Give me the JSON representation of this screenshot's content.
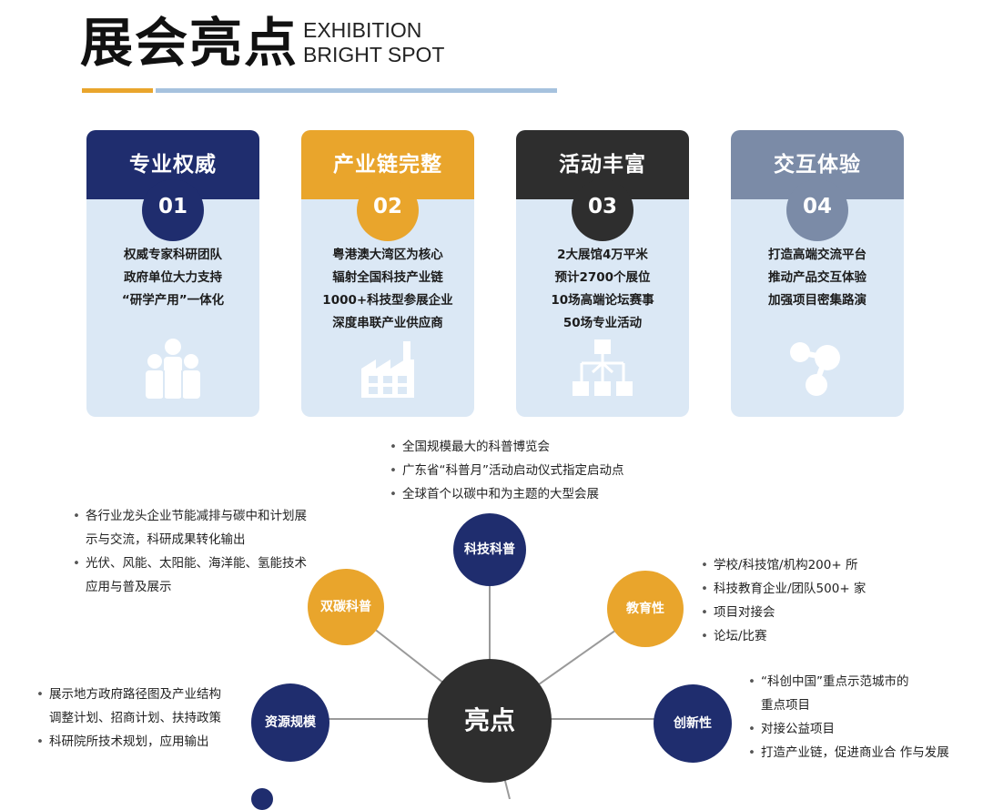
{
  "header": {
    "title_cn": "展会亮点",
    "title_en_1": "EXHIBITION",
    "title_en_2": "BRIGHT SPOT"
  },
  "colors": {
    "navy": "#1f2d6e",
    "orange": "#e9a52c",
    "dark": "#2e2e2e",
    "slate": "#7b8ba7",
    "card_bg": "#dbe8f5"
  },
  "cards": [
    {
      "title": "专业权威",
      "num": "01",
      "lines": [
        "权威专家科研团队",
        "政府单位大力支持",
        "“研学产用”一体化"
      ],
      "icon": "people-group-icon"
    },
    {
      "title": "产业链完整",
      "num": "02",
      "lines": [
        "粤港澳大湾区为核心",
        "辐射全国科技产业链",
        "1000+科技型参展企业",
        "深度串联产业供应商"
      ],
      "icon": "factory-icon"
    },
    {
      "title": "活动丰富",
      "num": "03",
      "lines": [
        "2大展馆4万平米",
        "预计2700个展位",
        "10场高端论坛赛事",
        "50场专业活动"
      ],
      "icon": "hierarchy-icon"
    },
    {
      "title": "交互体验",
      "num": "04",
      "lines": [
        "打造高端交流平台",
        "推动产品交互体验",
        "加强项目密集路演"
      ],
      "icon": "connection-nodes-icon"
    }
  ],
  "hub": {
    "center": "亮点",
    "nodes": {
      "kjkp": "科技科普",
      "stkp": "双碳科普",
      "jyx": "教育性",
      "zygh": "资源规模",
      "cxx": "创新性"
    }
  },
  "bullets": {
    "kjkp": [
      "全国规模最大的科普博览会",
      "广东省“科普月”活动启动仪式指定启动点",
      "全球首个以碳中和为主题的大型会展"
    ],
    "stkp": [
      {
        "line1": "各行业龙头企业节能减排与碳中和计划展",
        "line2": "示与交流，科研成果转化输出"
      },
      {
        "line1": "光伏、风能、太阳能、海洋能、氢能技术",
        "line2": "应用与普及展示"
      }
    ],
    "jyx": [
      "学校/科技馆/机构200+ 所",
      "科技教育企业/团队500+ 家",
      "项目对接会",
      "论坛/比赛"
    ],
    "zygh": [
      {
        "line1": "展示地方政府路径图及产业结构",
        "line2": "调整计划、招商计划、扶持政策"
      },
      {
        "line1": "科研院所技术规划，应用输出",
        "line2": ""
      }
    ],
    "cxx": [
      {
        "line1": "“科创中国”重点示范城市的",
        "line2": "重点项目"
      },
      {
        "line1": "对接公益项目",
        "line2": ""
      },
      {
        "line1": "打造产业链，促进商业合 作与发展",
        "line2": ""
      }
    ]
  }
}
